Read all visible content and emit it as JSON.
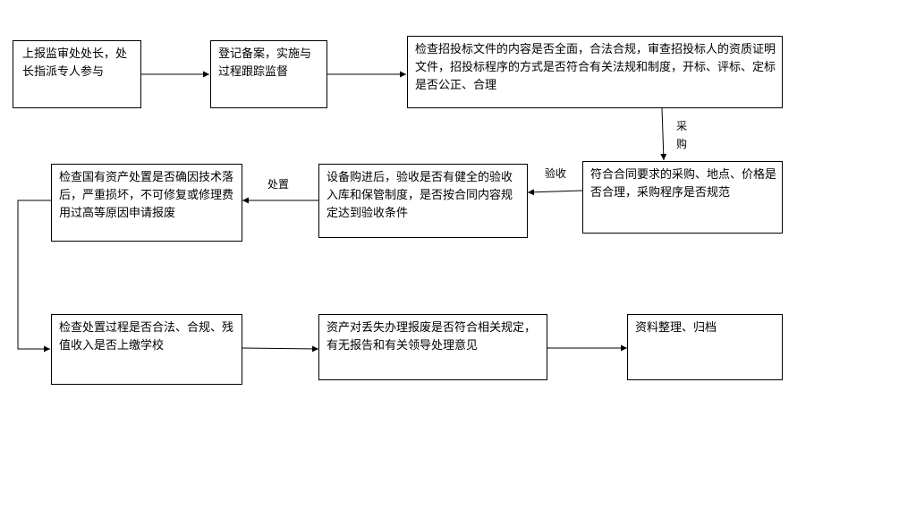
{
  "steps": [
    {
      "id": "s1",
      "text": "上报监审处处长，处长指派专人参与"
    },
    {
      "id": "s2",
      "text": "登记备案，实施与过程跟踪监督"
    },
    {
      "id": "s3",
      "text": "检查招投标文件的内容是否全面，合法合规，审查招投标人的资质证明文件，招投标程序的方式是否符合有关法规和制度，开标、评标、定标是否公正、合理"
    },
    {
      "id": "s4",
      "text": "符合合同要求的采购、地点、价格是否合理，采购程序是否规范"
    },
    {
      "id": "s5",
      "text": "设备购进后，验收是否有健全的验收入库和保管制度，是否按合同内容规定达到验收条件"
    },
    {
      "id": "s6",
      "text": "检查国有资产处置是否确因技术落后，严重损坏，不可修复或修理费用过高等原因申请报废"
    },
    {
      "id": "s7",
      "text": "检查处置过程是否合法、合规、残值收入是否上缴学校"
    },
    {
      "id": "s8",
      "text": "资产对丢失办理报废是否符合相关规定，有无报告和有关领导处理意见"
    },
    {
      "id": "s9",
      "text": "资料整理、归档"
    }
  ],
  "edge_labels": {
    "purchase": "采购",
    "acceptance": "验收",
    "disposal": "处置"
  }
}
